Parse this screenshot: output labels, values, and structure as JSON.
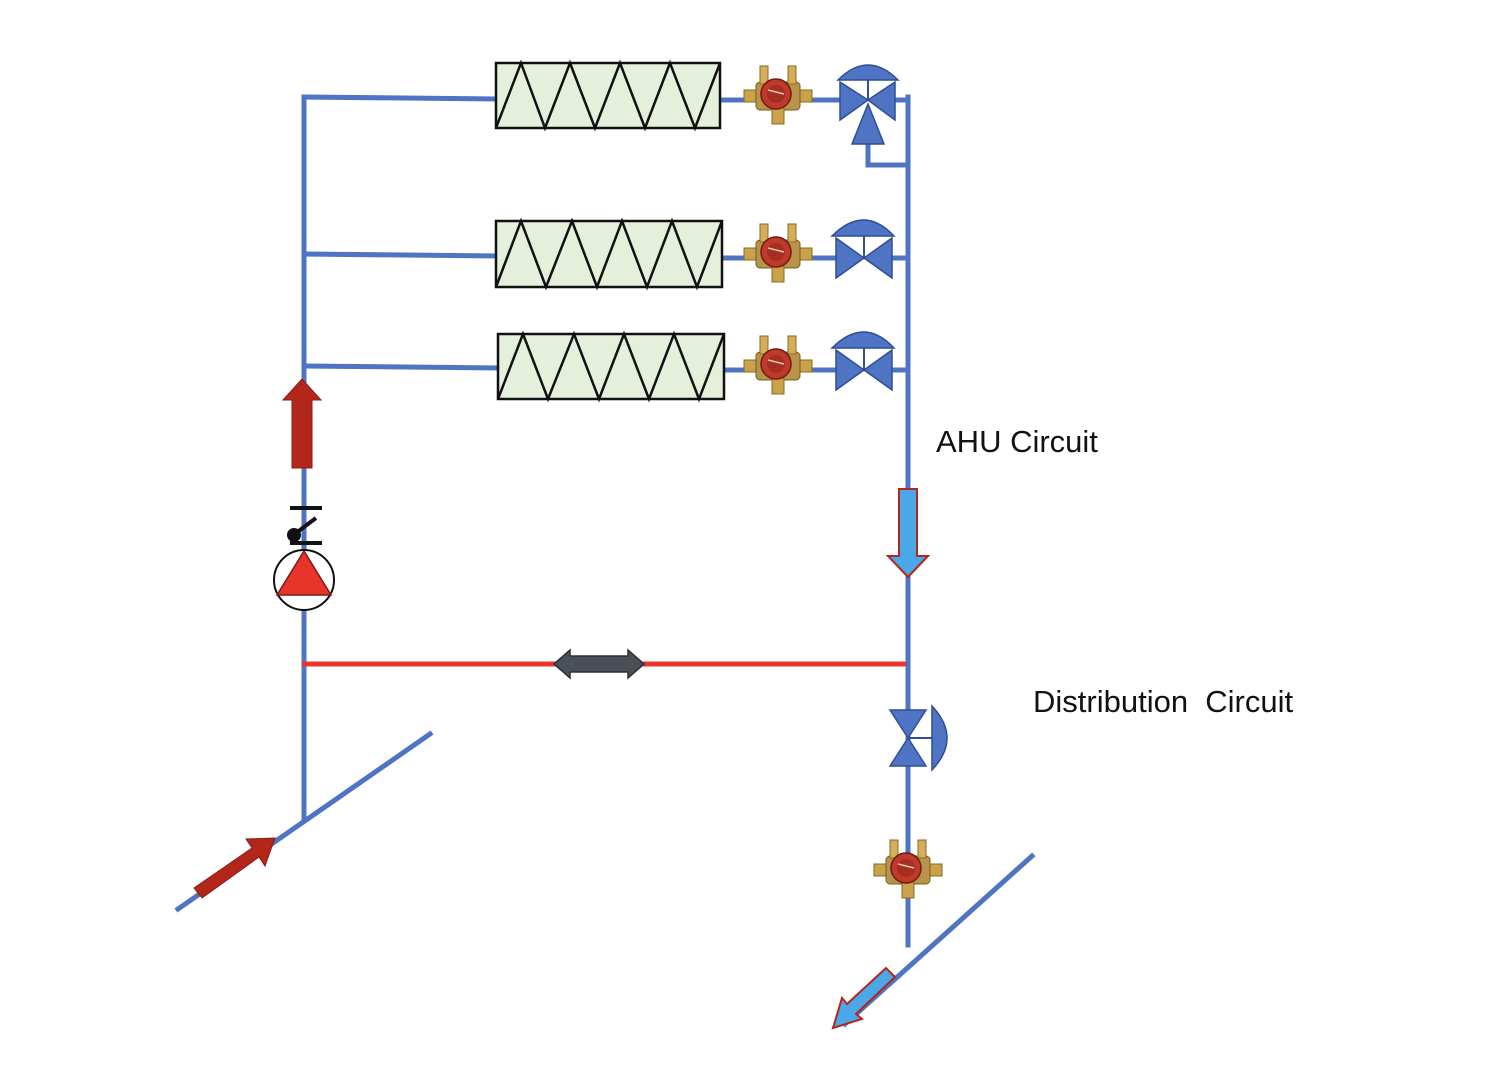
{
  "labels": {
    "ahu_circuit": "AHU Circuit",
    "distribution_circuit": "Distribution  Circuit"
  },
  "colors": {
    "pipe": "#4f74c4",
    "bypass": "#e8352c",
    "coil_fill": "#e4efdc",
    "supply_arrow": "#b3271b",
    "return_arrow": "#4aa8e8",
    "return_arrow_outline": "#b3271b",
    "bypass_arrow": "#4b4f58",
    "pump_fill": "#e8352c",
    "valve_fill": "#4f74c4",
    "balancing_valve_body": "#c0392b",
    "balancing_valve_brass": "#c9a24a"
  },
  "components": {
    "coils": [
      "coil",
      "coil",
      "coil"
    ],
    "three_way_valve": "three-way-control-valve-icon",
    "two_way_valves": [
      "two-way-control-valve-icon",
      "two-way-control-valve-icon"
    ],
    "distribution_valve": "two-way-control-valve-icon",
    "pump": "pump-icon",
    "check_valve": "check-valve-icon",
    "balancing_valves": [
      "balancing-valve-icon",
      "balancing-valve-icon",
      "balancing-valve-icon",
      "balancing-valve-icon"
    ]
  }
}
